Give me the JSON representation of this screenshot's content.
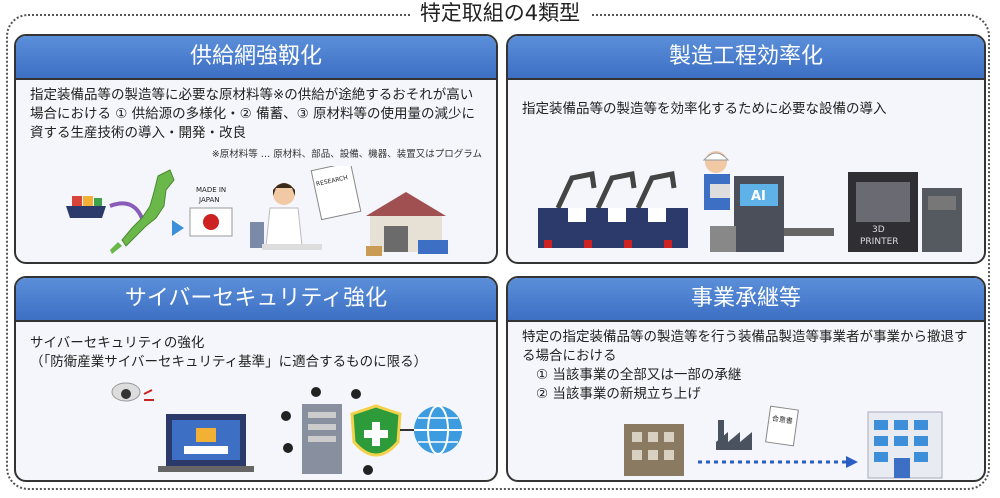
{
  "title": "特定取組の4類型",
  "panels": {
    "supply": {
      "heading": "供給網強靱化",
      "text": "指定装備品等の製造等に必要な原材料等※の供給が途絶するおそれが高い場合における ① 供給源の多様化・② 備蓄、③ 原材料等の使用量の減少に資する生産技術の導入・開発・改良",
      "note": "※原材料等 … 原材料、部品、設備、機器、装置又はプログラム",
      "made_in": "MADE IN",
      "japan": "JAPAN",
      "research": "RESEARCH"
    },
    "manufacturing": {
      "heading": "製造工程効率化",
      "text": "指定装備品等の製造等を効率化するために必要な設備の導入",
      "ai": "AI",
      "printer_3d": "3D",
      "printer_word": "PRINTER"
    },
    "cyber": {
      "heading": "サイバーセキュリティ強化",
      "text_line1": "サイバーセキュリティの強化",
      "text_line2": "（「防衛産業サイバーセキュリティ基準」に適合するものに限る）"
    },
    "succession": {
      "heading": "事業承継等",
      "text": "特定の指定装備品等の製造等を行う装備品製造等事業者が事業から撤退する場合における",
      "item1": "① 当該事業の全部又は一部の承継",
      "item2": "② 当該事業の新規立ち上げ",
      "doc_label": "合意書"
    }
  },
  "colors": {
    "header_blue": "#3d6fc4",
    "accent_red": "#cc2222",
    "shield_green": "#2e9b3a"
  }
}
